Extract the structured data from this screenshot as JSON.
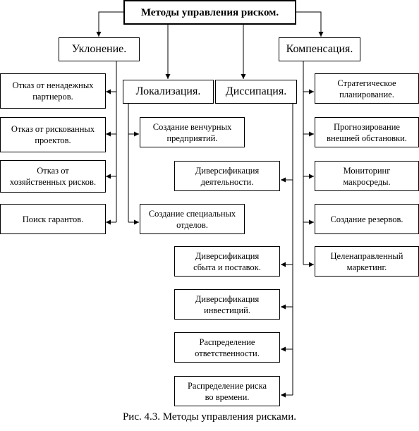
{
  "root": "Методы управления риском.",
  "categories": {
    "avoidance": "Уклонение.",
    "localization": "Локализация.",
    "dissipation": "Диссипация.",
    "compensation": "Компенсация."
  },
  "avoidance_items": [
    "Отказ от ненадежных\nпартнеров.",
    "Отказ от рискованных\nпроектов.",
    "Отказ от\nхозяйственных рисков.",
    "Поиск гарантов."
  ],
  "localization_items": [
    "Создание венчурных\nпредприятий.",
    "Создание специальных\nотделов."
  ],
  "dissipation_items": [
    "Диверсификация\nдеятельности.",
    "Диверсификация\nсбыта и поставок.",
    "Диверсификация\nинвестиций.",
    "Распределение\nответственности.",
    "Распределение риска\nво времени."
  ],
  "compensation_items": [
    "Стратегическое\nпланирование.",
    "Прогнозирование\nвнешней обстановки.",
    "Мониторинг\nмакросреды.",
    "Создание резервов.",
    "Целенаправленный\nмаркетинг."
  ],
  "caption": "Рис. 4.3. Методы управления рисками."
}
